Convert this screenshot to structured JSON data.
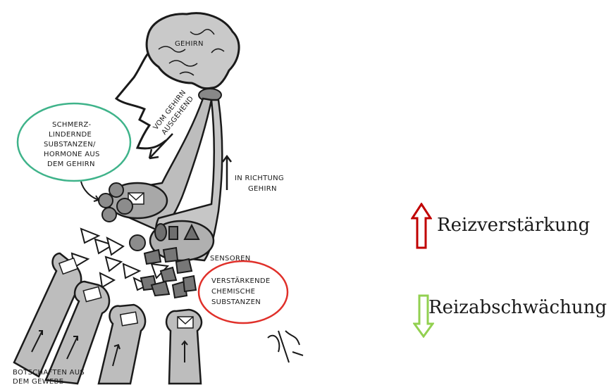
{
  "labels": {
    "brain": "GEHIRN",
    "from_brain_1": "VOM GEHIRN",
    "from_brain_2": "AUSGEHEND",
    "green_1": "SCHMERZ-",
    "green_2": "LINDERNDE",
    "green_3": "SUBSTANZEN/",
    "green_4": "HORMONE AUS",
    "green_5": "DEM GEHIRN",
    "to_brain_1": "IN RICHTUNG",
    "to_brain_2": "GEHIRN",
    "sensors": "SENSOREN",
    "red_1": "VERSTÄRKENDE",
    "red_2": "CHEMISCHE",
    "red_3": "SUBSTANZEN",
    "messages_1": "BOTSCHAFTEN AUS",
    "messages_2": "DEM GEWEBE"
  },
  "legend": {
    "amplify": {
      "label": "Reizverstärkung",
      "icon": "up-arrow-icon",
      "color": "#c00000"
    },
    "attenuate": {
      "label": "Reizabschwächung",
      "icon": "down-arrow-icon",
      "color": "#92d050"
    }
  },
  "colors": {
    "green_circle": "#3fb38a",
    "red_circle": "#e0302a",
    "tissue_fill": "#bdbdbd",
    "outline": "#1a1a1a"
  }
}
